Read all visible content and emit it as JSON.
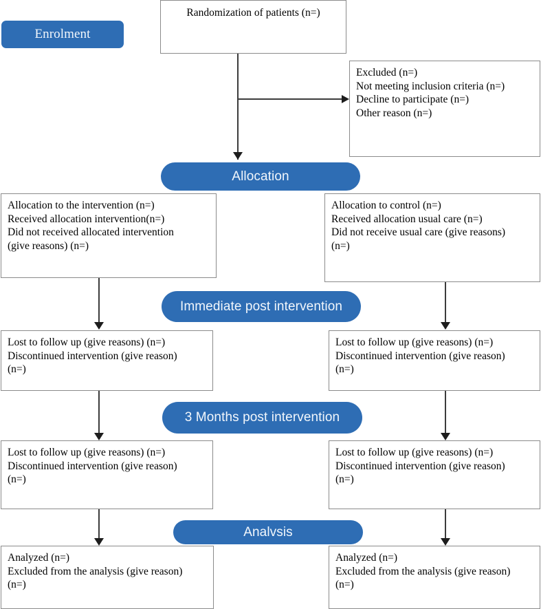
{
  "diagram": {
    "title": "CONSORT participant flow diagram",
    "accent_color": "#2E6DB4",
    "pill_text_color": "#F2F7FC",
    "box_border_color": "#8A8A8A",
    "connector_color": "#3B3B3B",
    "background_color": "#FFFFFF"
  },
  "stages": {
    "enrolment": "Enrolment",
    "allocation": "Allocation",
    "immediate_post": "Immediate post intervention",
    "three_months_post": "3 Months post intervention",
    "analysis": "Analvsis"
  },
  "boxes": {
    "randomization": "Randomization of patients (n=)",
    "excluded": "Excluded (n=)\nNot meeting inclusion criteria (n=)\nDecline to participate (n=)\nOther reason (n=)",
    "allocation_intervention": "Allocation to the intervention (n=)\nReceived allocation intervention(n=)\nDid not received allocated intervention\n(give reasons) (n=)",
    "allocation_control": "Allocation to control (n=)\nReceived allocation usual care (n=)\nDid not receive usual care (give reasons)\n(n=)",
    "followup_immediate_left": "Lost to follow up (give reasons) (n=)\nDiscontinued intervention (give reason)\n(n=)",
    "followup_immediate_right": "Lost to follow up (give reasons) (n=)\nDiscontinued intervention (give reason)\n(n=)",
    "followup_3m_left": "Lost to follow up (give reasons) (n=)\nDiscontinued intervention (give reason)\n(n=)",
    "followup_3m_right": "Lost to follow up (give reasons) (n=)\nDiscontinued intervention (give reason)\n(n=)",
    "analysis_left": "Analyzed (n=)\nExcluded from the analysis (give reason)\n(n=)",
    "analysis_right": "Analyzed (n=)\nExcluded from the analysis (give reason)\n(n=)"
  }
}
